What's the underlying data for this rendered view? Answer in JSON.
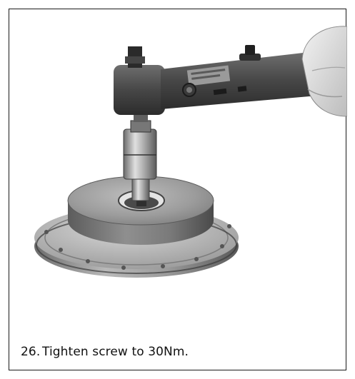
{
  "step": {
    "number": "26.",
    "instruction": "Tighten screw to 30Nm."
  },
  "figure": {
    "subject": "torque-wrench-on-hub-assembly"
  }
}
